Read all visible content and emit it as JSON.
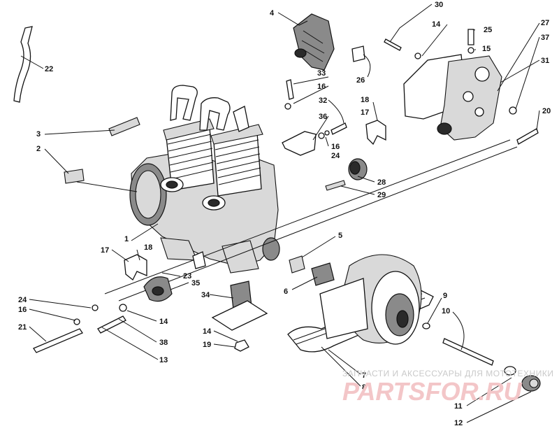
{
  "callouts": {
    "c1": "1",
    "c2": "2",
    "c3": "3",
    "c4": "4",
    "c5": "5",
    "c6": "6",
    "c7": "7",
    "c8": "8",
    "c9": "9",
    "c10": "10",
    "c11": "11",
    "c12": "12",
    "c13": "13",
    "c14a": "14",
    "c14b": "14",
    "c14c": "14",
    "c15": "15",
    "c16a": "16",
    "c16b": "16",
    "c16c": "16",
    "c17a": "17",
    "c17b": "17",
    "c18a": "18",
    "c18b": "18",
    "c19": "19",
    "c20": "20",
    "c21": "21",
    "c22": "22",
    "c23": "23",
    "c24a": "24",
    "c24b": "24",
    "c25": "25",
    "c26": "26",
    "c27": "27",
    "c28": "28",
    "c29": "29",
    "c30": "30",
    "c31": "31",
    "c32": "32",
    "c33": "33",
    "c34": "34",
    "c35": "35",
    "c36": "36",
    "c37": "37",
    "c38": "38"
  },
  "watermark": {
    "tagline": "ЗАПЧАСТИ И АКСЕССУАРЫ ДЛЯ МОТОТЕХНИКИ",
    "logo": "PARTSFOR.RU"
  }
}
